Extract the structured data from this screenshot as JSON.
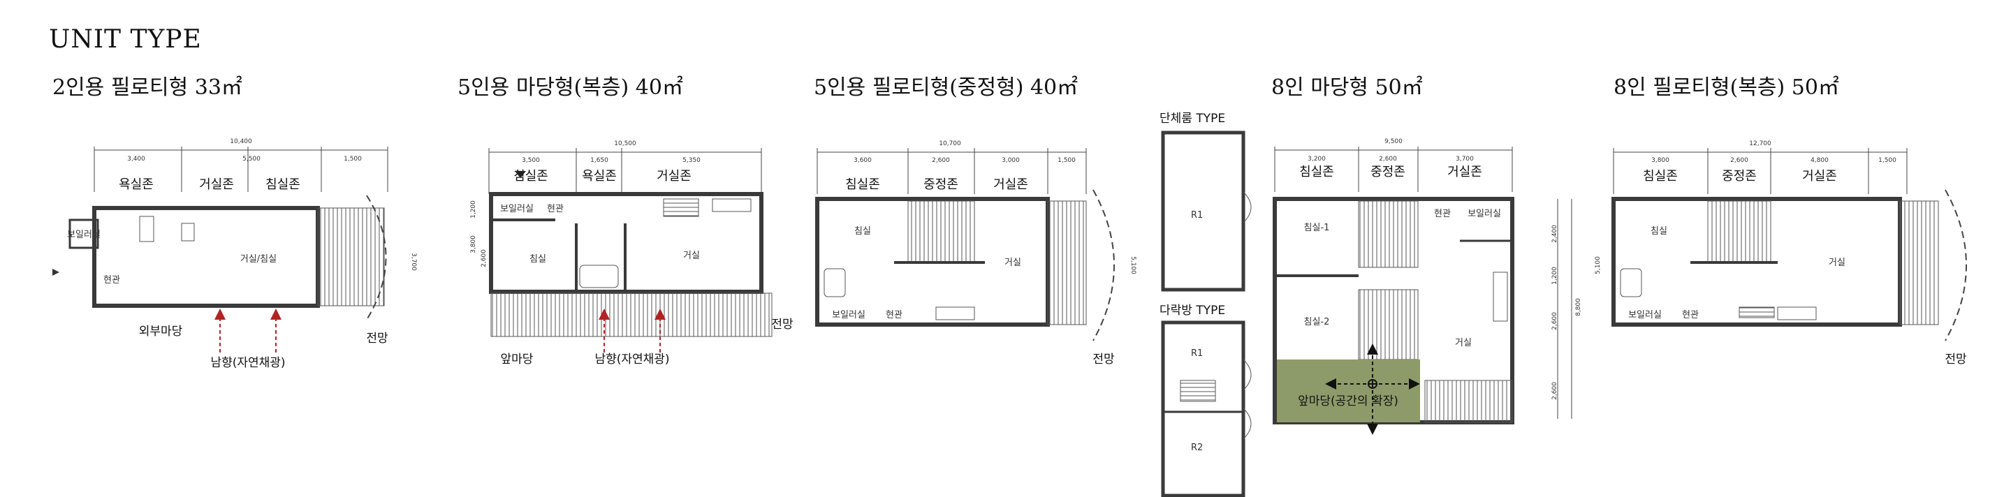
{
  "page": {
    "title": "UNIT TYPE"
  },
  "units": [
    {
      "title": "2인용 필로티형 33㎡",
      "dims": [
        "10,400",
        "3,400",
        "5,500",
        "1,500",
        "3,700"
      ],
      "zones": [
        "욕실존",
        "거실존",
        "침실존"
      ],
      "rooms": [
        "보일러실",
        "거실/침실",
        "현관"
      ],
      "annotations": [
        "외부마당",
        "남향(자연채광)",
        "전망"
      ]
    },
    {
      "title": "5인용 마당형(복층) 40㎡",
      "dims": [
        "10,500",
        "3,500",
        "1,650",
        "5,350",
        "1,200",
        "3,800",
        "2,600"
      ],
      "zones": [
        "침실존",
        "욕실존",
        "거실존"
      ],
      "rooms": [
        "보일러실",
        "현관",
        "침실",
        "거실"
      ],
      "annotations": [
        "앞마당",
        "남향(자연채광)",
        "전망"
      ]
    },
    {
      "title": "5인용 필로티형(중정형) 40㎡",
      "dims": [
        "10,700",
        "3,600",
        "2,600",
        "3,000",
        "1,500",
        "5,100"
      ],
      "zones": [
        "침실존",
        "중정존",
        "거실존"
      ],
      "rooms": [
        "침실",
        "거실",
        "보일러실",
        "현관"
      ],
      "annotations": [
        "전망"
      ]
    },
    {
      "title": "8인 마당형 50㎡",
      "dims": [
        "9,500",
        "3,200",
        "2,600",
        "3,700",
        "2,400",
        "1,200",
        "2,600",
        "2,600",
        "8,800"
      ],
      "zones": [
        "침실존",
        "중정존",
        "거실존"
      ],
      "rooms": [
        "침실-1",
        "현관",
        "보일러실",
        "침실-2",
        "거실"
      ],
      "annotations": [
        "앞마당(공간의 확장)"
      ]
    },
    {
      "title": "8인 필로티형(복층) 50㎡",
      "dims": [
        "12,700",
        "3,800",
        "2,600",
        "4,800",
        "1,500",
        "5,100"
      ],
      "zones": [
        "침실존",
        "중정존",
        "거실존"
      ],
      "rooms": [
        "침실",
        "거실",
        "보일러실",
        "현관"
      ],
      "annotations": [
        "전망"
      ]
    }
  ],
  "room_types": [
    {
      "title": "단체룸 TYPE",
      "rooms": [
        "R1"
      ]
    },
    {
      "title": "다락방 TYPE",
      "rooms": [
        "R1",
        "R2"
      ]
    }
  ],
  "colors": {
    "yard": "#8d9b6a",
    "wall": "#3a3a3a",
    "arrow": "#b22222"
  }
}
